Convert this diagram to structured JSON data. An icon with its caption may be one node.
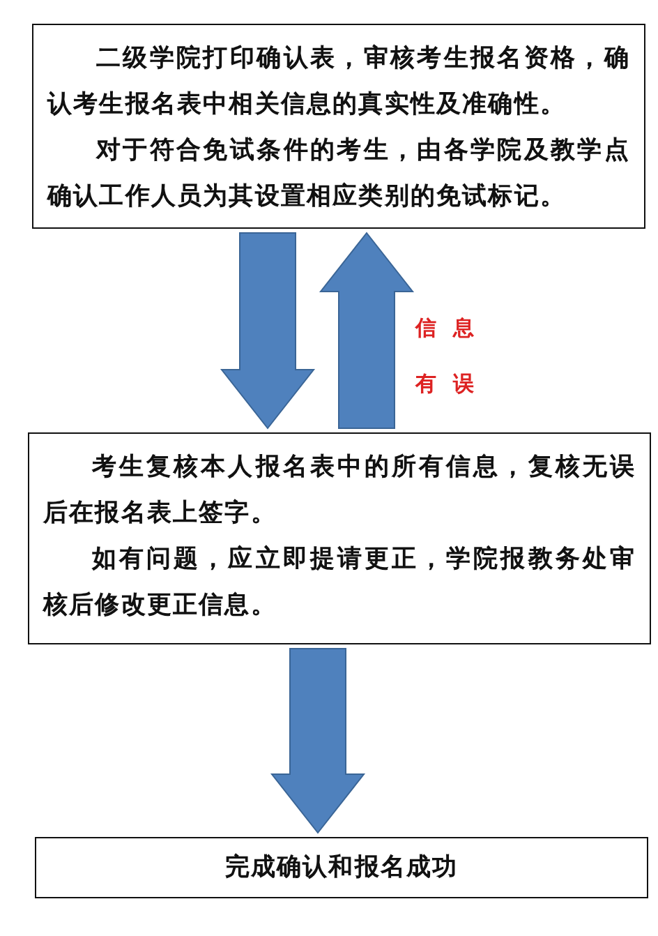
{
  "diagram": {
    "nodes": [
      {
        "text": [
          "二级学院打印确认表，审核考生报名资格，确认考生报名表中相关信息的真实性及准确性。",
          "对于符合免试条件的考生，由各学院及教学点确认工作人员为其设置相应类别的免试标记。"
        ]
      },
      {
        "text": [
          "考生复核本人报名表中的所有信息，复核无误后在报名表上签字。",
          "如有问题，应立即提请更正，学院报教务处审核后修改更正信息。"
        ]
      },
      {
        "text": [
          "完成确认和报名成功"
        ]
      }
    ],
    "edges": [
      {
        "from": 0,
        "to": 1,
        "arrow": "to"
      },
      {
        "from": 1,
        "to": 0,
        "arrow": "to",
        "label": "信息有误"
      },
      {
        "from": 1,
        "to": 2,
        "arrow": "to"
      }
    ]
  }
}
